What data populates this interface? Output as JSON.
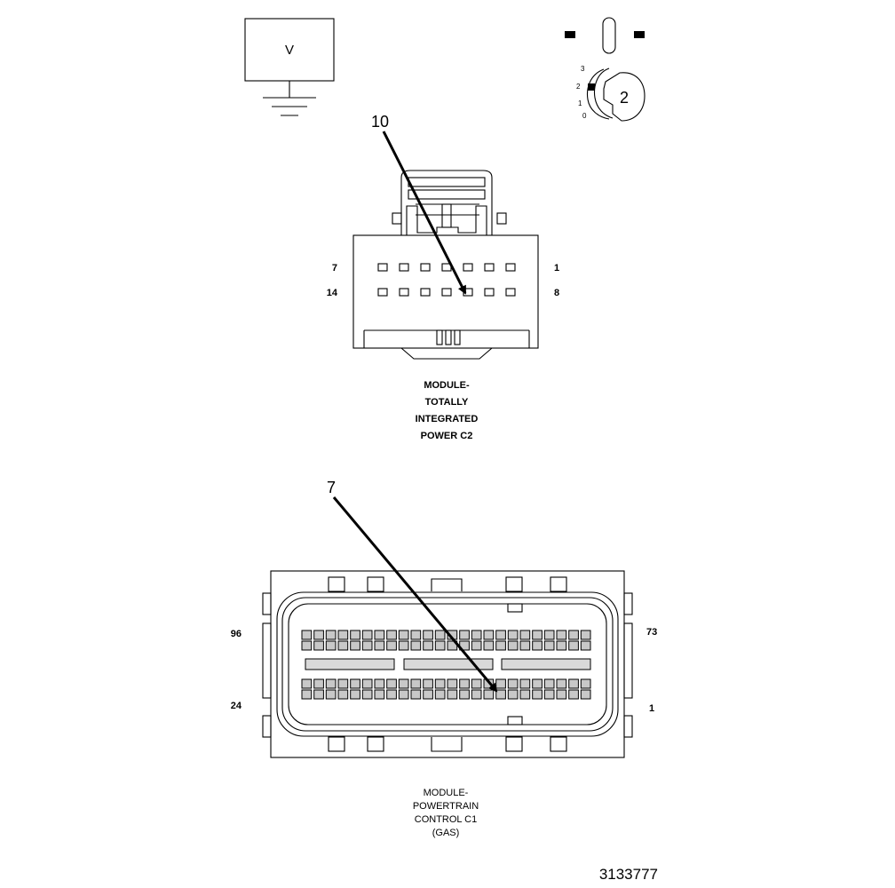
{
  "voltmeter": {
    "symbol": "V"
  },
  "rotary_selector": {
    "positions": [
      "3",
      "2",
      "1",
      "0"
    ],
    "knob_value": "2"
  },
  "connectors": [
    {
      "id": "c2",
      "callout": "10",
      "pin_labels": {
        "top_left": "7",
        "top_right": "1",
        "bottom_left": "14",
        "bottom_right": "8"
      },
      "caption": [
        "MODULE-",
        "TOTALLY",
        "INTEGRATED",
        "POWER C2"
      ],
      "rows": 2,
      "pins_per_row": 7
    },
    {
      "id": "c1",
      "callout": "7",
      "pin_labels": {
        "top_left": "96",
        "top_right": "73",
        "bottom_left": "24",
        "bottom_right": "1"
      },
      "caption": [
        "MODULE-",
        "POWERTRAIN",
        "CONTROL C1",
        "(GAS)"
      ],
      "rows": 4,
      "pins_per_row": 24
    }
  ],
  "figure_number": "3133777"
}
